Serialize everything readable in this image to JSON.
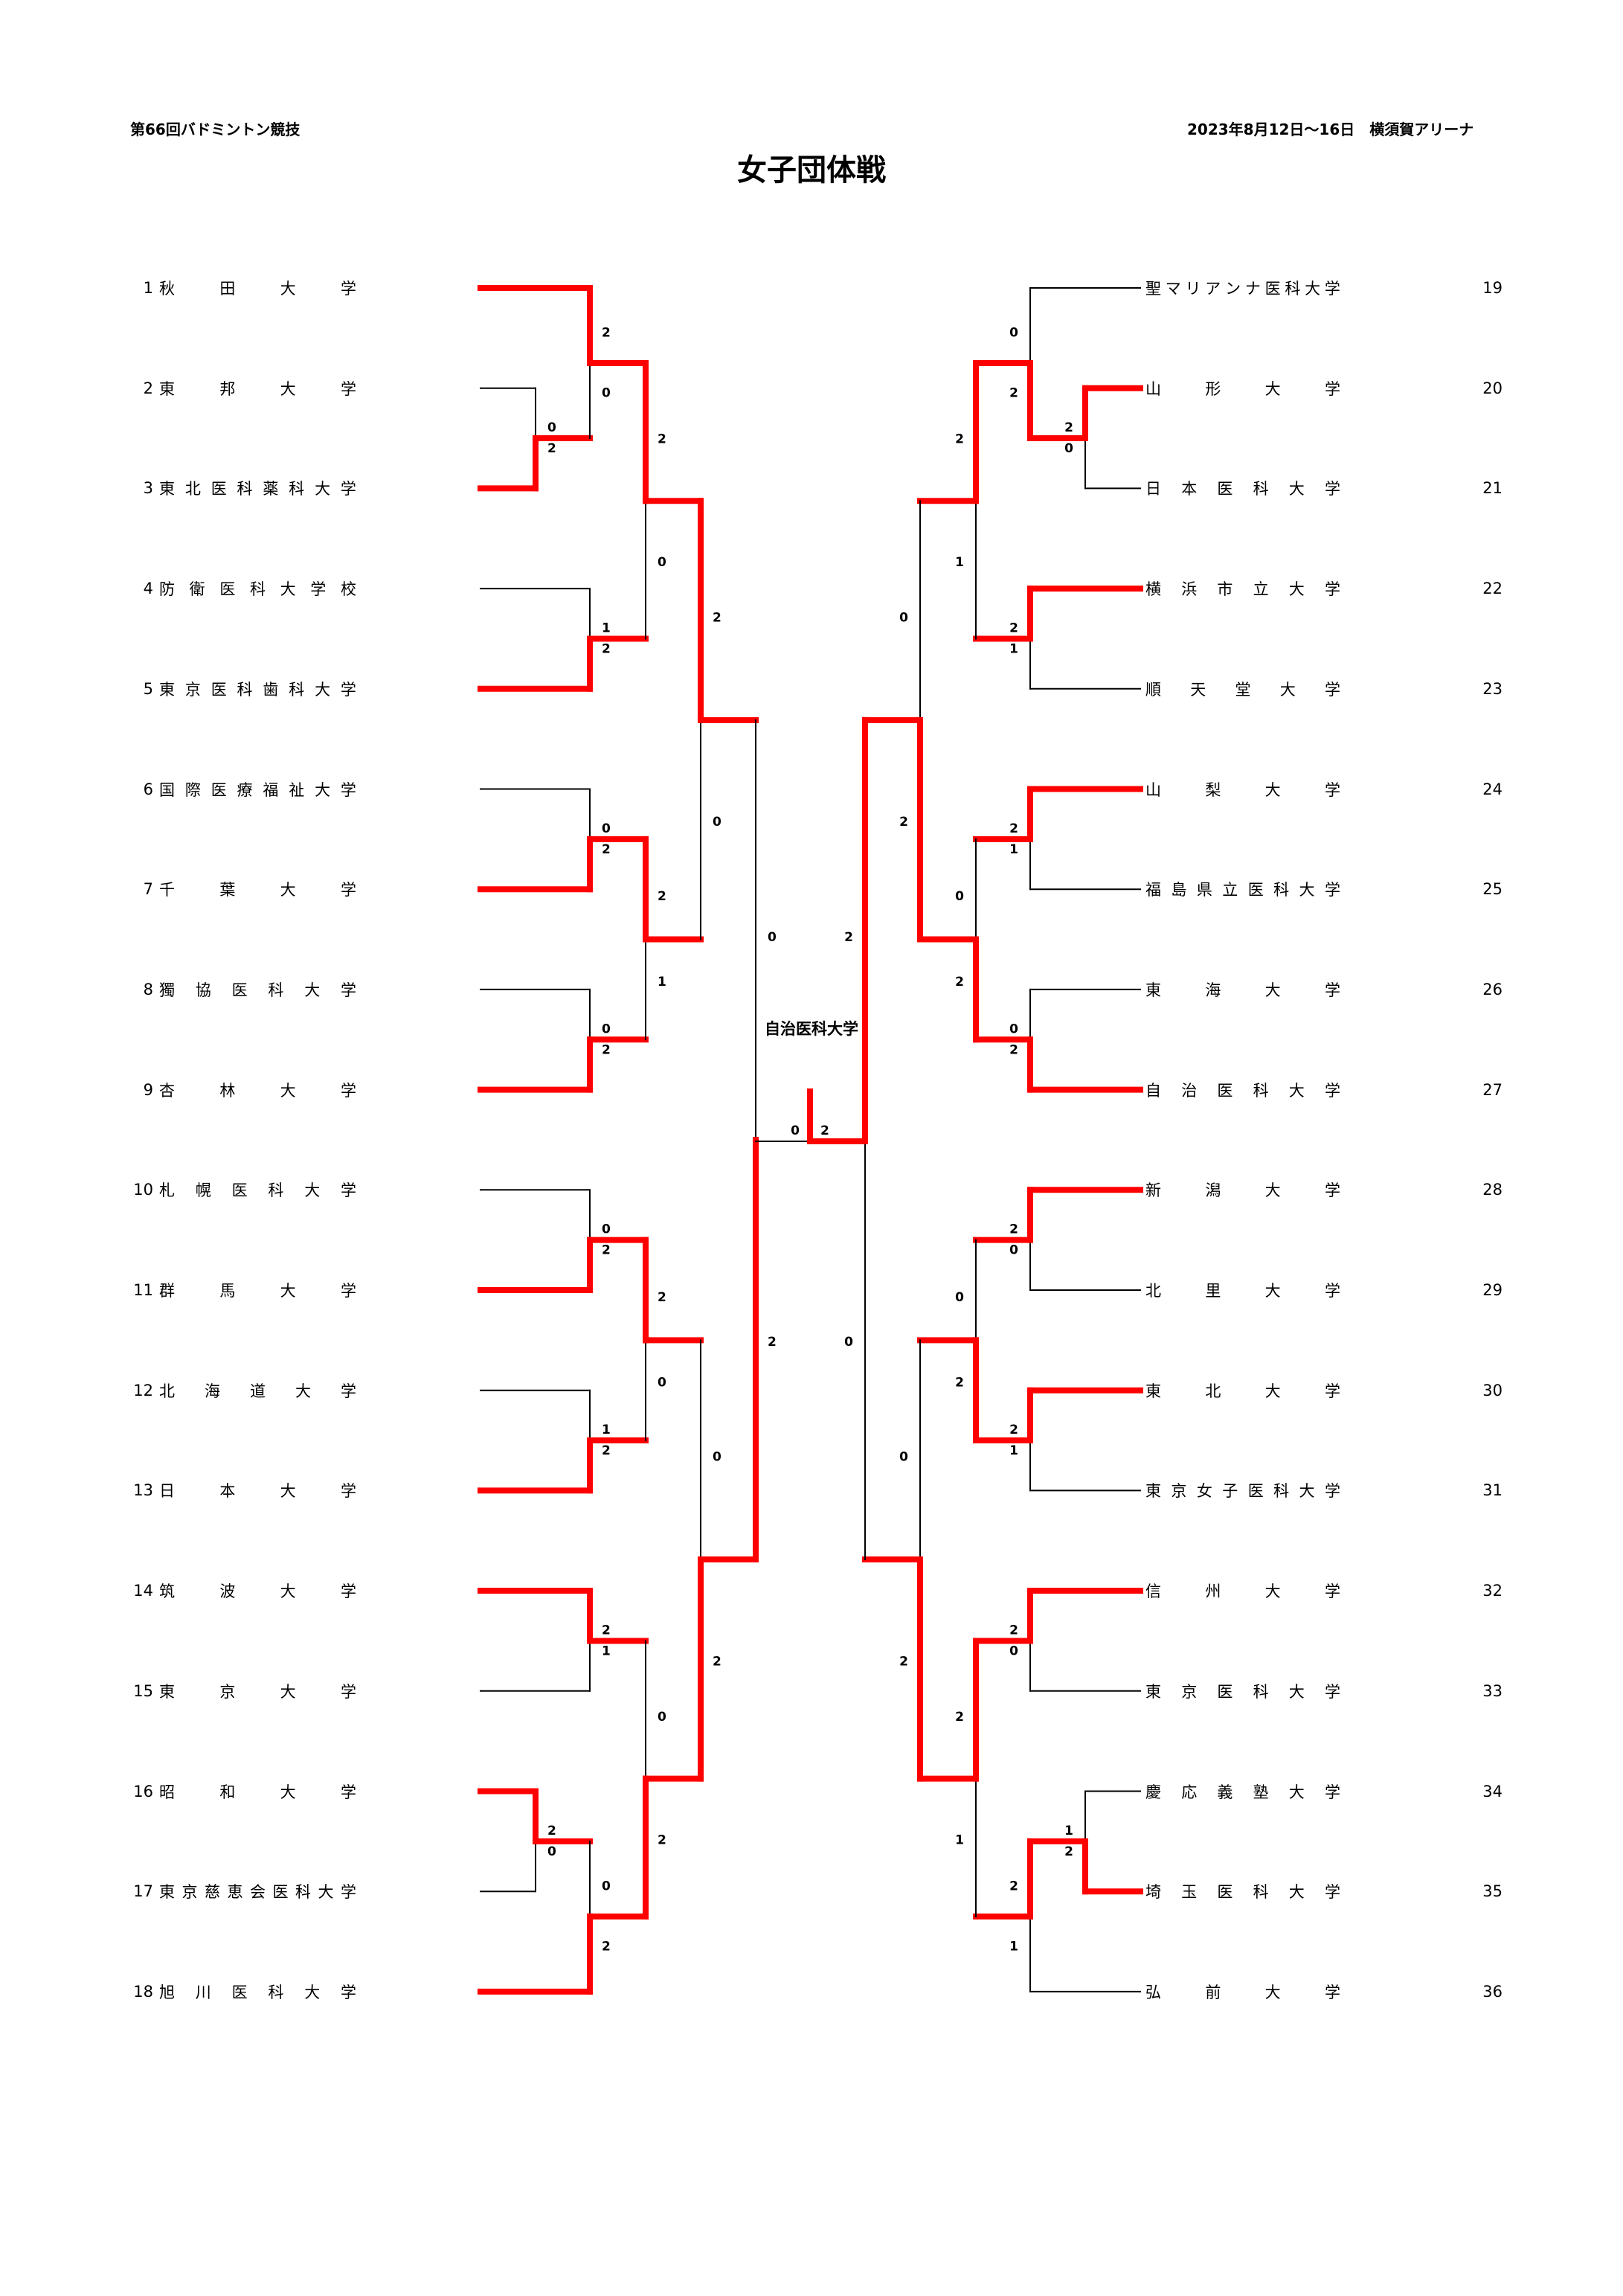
{
  "header": {
    "left": "第66回バドミントン競技",
    "right": "2023年8月12日～16日　横須賀アリーナ",
    "title": "女子団体戦"
  },
  "colors": {
    "winner_line": "#FF0000",
    "loser_line": "#000000",
    "highlight": "#FBB07E"
  },
  "teams": [
    {
      "no": "1",
      "name": "秋田大学",
      "side": "left"
    },
    {
      "no": "2",
      "name": "東邦大学",
      "side": "left"
    },
    {
      "no": "3",
      "name": "東北医科薬科大学",
      "side": "left"
    },
    {
      "no": "4",
      "name": "防衛医科大学校",
      "side": "left"
    },
    {
      "no": "5",
      "name": "東京医科歯科大学",
      "side": "left"
    },
    {
      "no": "6",
      "name": "国際医療福祉大学",
      "side": "left"
    },
    {
      "no": "7",
      "name": "千葉大学",
      "side": "left"
    },
    {
      "no": "8",
      "name": "獨協医科大学",
      "side": "left"
    },
    {
      "no": "9",
      "name": "杏林大学",
      "side": "left"
    },
    {
      "no": "10",
      "name": "札幌医科大学",
      "side": "left"
    },
    {
      "no": "11",
      "name": "群馬大学",
      "side": "left"
    },
    {
      "no": "12",
      "name": "北海道大学",
      "side": "left"
    },
    {
      "no": "13",
      "name": "日本大学",
      "side": "left"
    },
    {
      "no": "14",
      "name": "筑波大学",
      "side": "left"
    },
    {
      "no": "15",
      "name": "東京大学",
      "side": "left",
      "highlighted": true
    },
    {
      "no": "16",
      "name": "昭和大学",
      "side": "left"
    },
    {
      "no": "17",
      "name": "東京慈恵会医科大学",
      "side": "left"
    },
    {
      "no": "18",
      "name": "旭川医科大学",
      "side": "left"
    },
    {
      "no": "19",
      "name": "聖マリアンナ医科大学",
      "side": "right"
    },
    {
      "no": "20",
      "name": "山形大学",
      "side": "right"
    },
    {
      "no": "21",
      "name": "日本医科大学",
      "side": "right"
    },
    {
      "no": "22",
      "name": "横浜市立大学",
      "side": "right"
    },
    {
      "no": "23",
      "name": "順天堂大学",
      "side": "right"
    },
    {
      "no": "24",
      "name": "山梨大学",
      "side": "right"
    },
    {
      "no": "25",
      "name": "福島県立医科大学",
      "side": "right"
    },
    {
      "no": "26",
      "name": "東海大学",
      "side": "right"
    },
    {
      "no": "27",
      "name": "自治医科大学",
      "side": "right"
    },
    {
      "no": "28",
      "name": "新潟大学",
      "side": "right"
    },
    {
      "no": "29",
      "name": "北里大学",
      "side": "right"
    },
    {
      "no": "30",
      "name": "東北大学",
      "side": "right"
    },
    {
      "no": "31",
      "name": "東京女子医科大学",
      "side": "right"
    },
    {
      "no": "32",
      "name": "信州大学",
      "side": "right"
    },
    {
      "no": "33",
      "name": "東京医科大学",
      "side": "right"
    },
    {
      "no": "34",
      "name": "慶応義塾大学",
      "side": "right"
    },
    {
      "no": "35",
      "name": "埼玉医科大学",
      "side": "right"
    },
    {
      "no": "36",
      "name": "弘前大学",
      "side": "right"
    }
  ],
  "matches": [
    {
      "id": "L-A",
      "side": "left",
      "round": 0,
      "inputs": [
        "t2",
        "t3"
      ],
      "scores": [
        0,
        2
      ],
      "winner": 1
    },
    {
      "id": "L-B",
      "side": "left",
      "round": 1,
      "inputs": [
        "t1",
        "L-A"
      ],
      "scores": [
        2,
        0
      ],
      "winner": 0
    },
    {
      "id": "L-D",
      "side": "left",
      "round": 1,
      "inputs": [
        "t4",
        "t5"
      ],
      "scores": [
        1,
        2
      ],
      "winner": 1
    },
    {
      "id": "L-C",
      "side": "left",
      "round": 2,
      "inputs": [
        "L-B",
        "L-D"
      ],
      "scores": [
        2,
        0
      ],
      "winner": 0
    },
    {
      "id": "L-G",
      "side": "left",
      "round": 1,
      "inputs": [
        "t6",
        "t7"
      ],
      "scores": [
        0,
        2
      ],
      "winner": 1
    },
    {
      "id": "L-H",
      "side": "left",
      "round": 1,
      "inputs": [
        "t8",
        "t9"
      ],
      "scores": [
        0,
        2
      ],
      "winner": 1
    },
    {
      "id": "L-F",
      "side": "left",
      "round": 2,
      "inputs": [
        "L-G",
        "L-H"
      ],
      "scores": [
        2,
        1
      ],
      "winner": 0
    },
    {
      "id": "L-E",
      "side": "left",
      "round": 3,
      "inputs": [
        "L-C",
        "L-F"
      ],
      "scores": [
        2,
        0
      ],
      "winner": 0
    },
    {
      "id": "L-I",
      "side": "left",
      "round": 1,
      "inputs": [
        "t10",
        "t11"
      ],
      "scores": [
        0,
        2
      ],
      "winner": 1
    },
    {
      "id": "L-J",
      "side": "left",
      "round": 1,
      "inputs": [
        "t12",
        "t13"
      ],
      "scores": [
        1,
        2
      ],
      "winner": 1
    },
    {
      "id": "L-K",
      "side": "left",
      "round": 2,
      "inputs": [
        "L-I",
        "L-J"
      ],
      "scores": [
        2,
        0
      ],
      "winner": 0
    },
    {
      "id": "L-L",
      "side": "left",
      "round": 1,
      "inputs": [
        "t14",
        "t15"
      ],
      "scores": [
        2,
        1
      ],
      "winner": 0
    },
    {
      "id": "L-M",
      "side": "left",
      "round": 0,
      "inputs": [
        "t16",
        "t17"
      ],
      "scores": [
        2,
        0
      ],
      "winner": 0
    },
    {
      "id": "L-N",
      "side": "left",
      "round": 1,
      "inputs": [
        "L-M",
        "t18"
      ],
      "scores": [
        0,
        2
      ],
      "winner": 1
    },
    {
      "id": "L-O",
      "side": "left",
      "round": 2,
      "inputs": [
        "L-L",
        "L-N"
      ],
      "scores": [
        0,
        2
      ],
      "winner": 1
    },
    {
      "id": "L-P",
      "side": "left",
      "round": 3,
      "inputs": [
        "L-K",
        "L-O"
      ],
      "scores": [
        0,
        2
      ],
      "winner": 1
    },
    {
      "id": "L-SF",
      "side": "left",
      "round": 4,
      "inputs": [
        "L-E",
        "L-P"
      ],
      "scores": [
        0,
        2
      ],
      "winner": 1
    },
    {
      "id": "R-A",
      "side": "right",
      "round": 0,
      "inputs": [
        "t20",
        "t21"
      ],
      "scores": [
        2,
        0
      ],
      "winner": 0
    },
    {
      "id": "R-B",
      "side": "right",
      "round": 1,
      "inputs": [
        "t19",
        "R-A"
      ],
      "scores": [
        0,
        2
      ],
      "winner": 1
    },
    {
      "id": "R-D",
      "side": "right",
      "round": 1,
      "inputs": [
        "t22",
        "t23"
      ],
      "scores": [
        2,
        1
      ],
      "winner": 0
    },
    {
      "id": "R-C",
      "side": "right",
      "round": 2,
      "inputs": [
        "R-B",
        "R-D"
      ],
      "scores": [
        2,
        1
      ],
      "winner": 0
    },
    {
      "id": "R-G",
      "side": "right",
      "round": 1,
      "inputs": [
        "t24",
        "t25"
      ],
      "scores": [
        2,
        1
      ],
      "winner": 0
    },
    {
      "id": "R-H",
      "side": "right",
      "round": 1,
      "inputs": [
        "t26",
        "t27"
      ],
      "scores": [
        0,
        2
      ],
      "winner": 1
    },
    {
      "id": "R-F",
      "side": "right",
      "round": 2,
      "inputs": [
        "R-G",
        "R-H"
      ],
      "scores": [
        0,
        2
      ],
      "winner": 1
    },
    {
      "id": "R-E",
      "side": "right",
      "round": 3,
      "inputs": [
        "R-C",
        "R-F"
      ],
      "scores": [
        0,
        2
      ],
      "winner": 1
    },
    {
      "id": "R-I",
      "side": "right",
      "round": 1,
      "inputs": [
        "t28",
        "t29"
      ],
      "scores": [
        2,
        0
      ],
      "winner": 0
    },
    {
      "id": "R-J",
      "side": "right",
      "round": 1,
      "inputs": [
        "t30",
        "t31"
      ],
      "scores": [
        2,
        1
      ],
      "winner": 0
    },
    {
      "id": "R-K",
      "side": "right",
      "round": 2,
      "inputs": [
        "R-I",
        "R-J"
      ],
      "scores": [
        0,
        2
      ],
      "winner": 1
    },
    {
      "id": "R-L",
      "side": "right",
      "round": 1,
      "inputs": [
        "t32",
        "t33"
      ],
      "scores": [
        2,
        0
      ],
      "winner": 0
    },
    {
      "id": "R-M",
      "side": "right",
      "round": 0,
      "inputs": [
        "t34",
        "t35"
      ],
      "scores": [
        1,
        2
      ],
      "winner": 1
    },
    {
      "id": "R-N",
      "side": "right",
      "round": 1,
      "inputs": [
        "R-M",
        "t36"
      ],
      "scores": [
        2,
        1
      ],
      "winner": 0
    },
    {
      "id": "R-O",
      "side": "right",
      "round": 2,
      "inputs": [
        "R-L",
        "R-N"
      ],
      "scores": [
        2,
        1
      ],
      "winner": 0
    },
    {
      "id": "R-P",
      "side": "right",
      "round": 3,
      "inputs": [
        "R-K",
        "R-O"
      ],
      "scores": [
        0,
        2
      ],
      "winner": 1
    },
    {
      "id": "R-SF",
      "side": "right",
      "round": 4,
      "inputs": [
        "R-E",
        "R-P"
      ],
      "scores": [
        2,
        0
      ],
      "winner": 0
    }
  ],
  "final": {
    "inputs": [
      "L-SF",
      "R-SF"
    ],
    "scores": [
      0,
      2
    ],
    "winner": 1,
    "champion": "自治医科大学"
  }
}
